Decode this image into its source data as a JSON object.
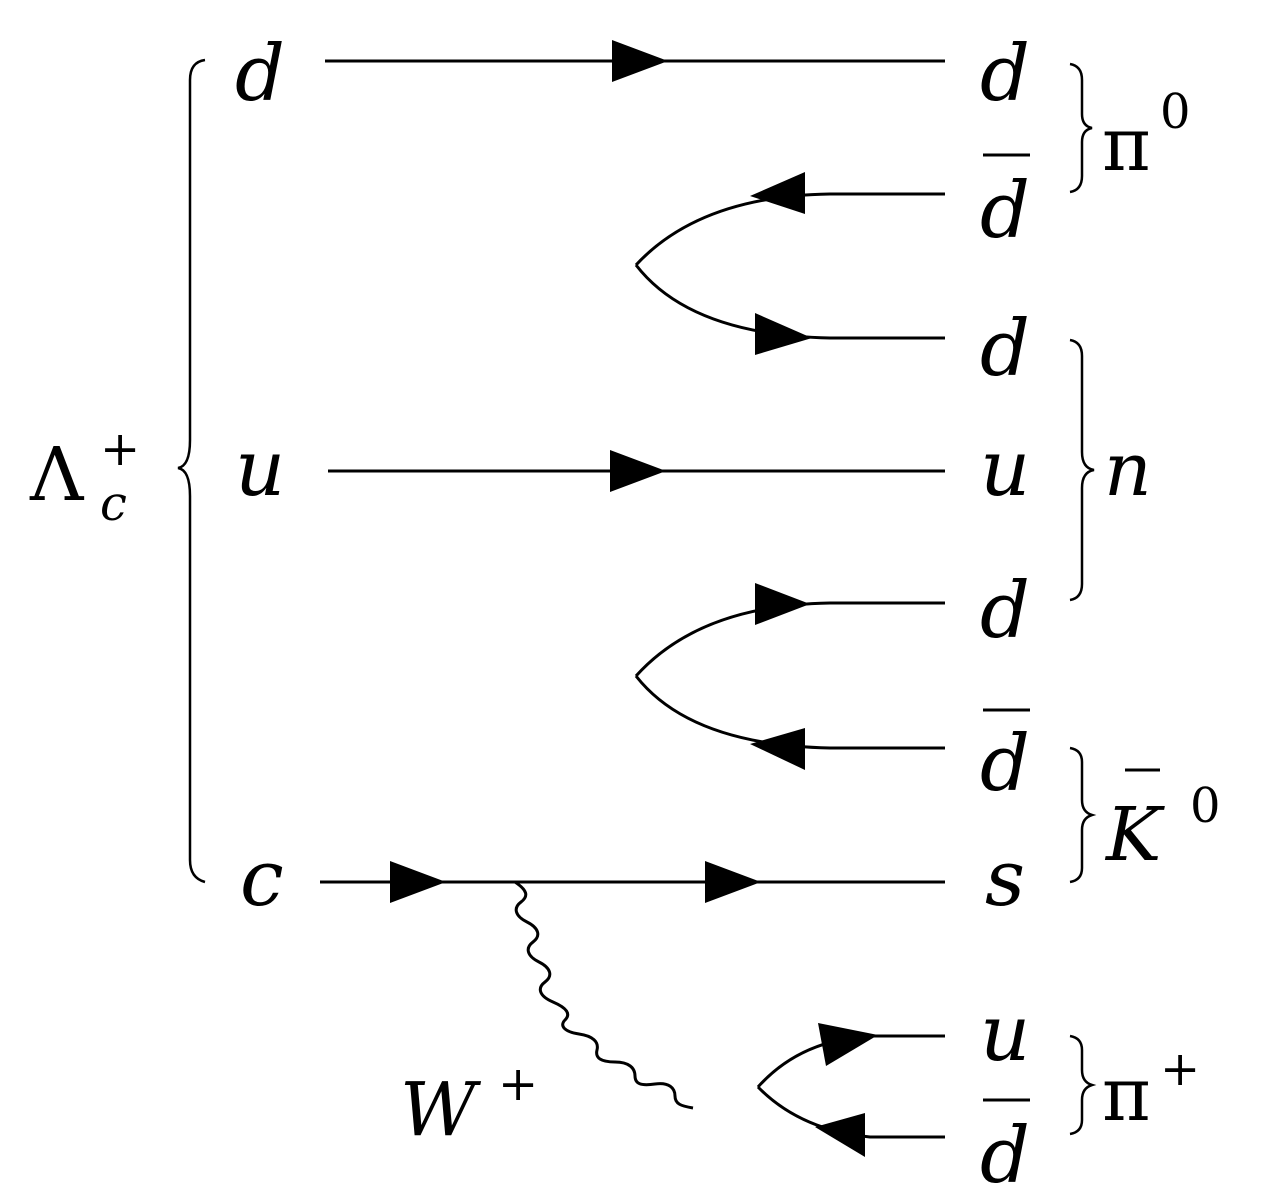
{
  "initial": {
    "hadron_symbol": "Λ",
    "hadron_sub": "c",
    "hadron_sup": "+",
    "quarks": [
      "d",
      "u",
      "c"
    ]
  },
  "final": {
    "quarks": [
      "d",
      "d",
      "d",
      "u",
      "d",
      "d",
      "s",
      "u",
      "d"
    ],
    "antiquark_flags": [
      false,
      true,
      false,
      false,
      false,
      true,
      false,
      false,
      true
    ]
  },
  "hadrons": {
    "pi0": {
      "symbol": "π",
      "sup": "0"
    },
    "neutron": {
      "symbol": "n"
    },
    "kbar0": {
      "symbol": "K",
      "sup": "0"
    },
    "piplus": {
      "symbol": "π",
      "sup": "+"
    }
  },
  "boson": {
    "symbol": "W",
    "sup": "+"
  }
}
